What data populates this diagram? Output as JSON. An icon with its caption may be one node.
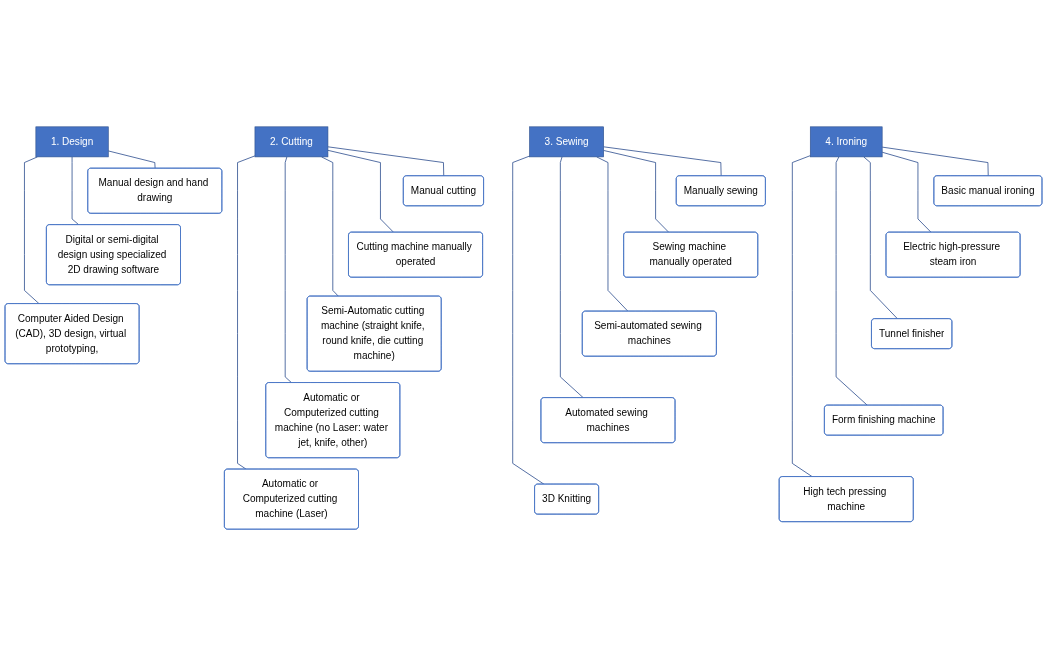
{
  "diagram": {
    "nodes": [
      {
        "text": [
          "1. Design"
        ]
      },
      {
        "text": [
          "Manual design and hand drawing"
        ]
      },
      {
        "text": [
          "Digital or semi-digital design using specialized 2D drawing software"
        ]
      },
      {
        "text": [
          "Computer Aided Design (CAD), 3D design, virtual prototyping,"
        ]
      },
      {
        "text": [
          "2. Cutting"
        ]
      },
      {
        "text": [
          "Manual cutting"
        ]
      },
      {
        "text": [
          "Cutting machine manually operated"
        ]
      },
      {
        "text": [
          "Semi-Automatic cutting machine (straight knife, round knife, die cutting machine)"
        ]
      },
      {
        "text": [
          "Automatic or Computerized cutting machine (no Laser: water jet, knife, other)"
        ]
      },
      {
        "text": [
          "Automatic or Computerized cutting machine (Laser)"
        ]
      },
      {
        "text": [
          "3. Sewing"
        ]
      },
      {
        "text": [
          "Manually sewing"
        ]
      },
      {
        "text": [
          "Sewing machine manually operated"
        ]
      },
      {
        "text": [
          "Semi-automated sewing machines"
        ]
      },
      {
        "text": [
          "Automated sewing machines"
        ]
      },
      {
        "text": [
          "3D Knitting"
        ]
      },
      {
        "text": [
          "4. Ironing"
        ]
      },
      {
        "text": [
          "Basic manual ironing"
        ]
      },
      {
        "text": [
          "Electric high-pressure steam iron"
        ]
      },
      {
        "text": [
          "Tunnel finisher"
        ]
      },
      {
        "text": [
          "Form finishing machine"
        ]
      },
      {
        "text": [
          "High tech pressing machine"
        ]
      }
    ],
    "edges": [
      {
        "from": 0,
        "to": 1,
        "arrow": "none"
      },
      {
        "from": 0,
        "to": 2,
        "arrow": "none"
      },
      {
        "from": 0,
        "to": 3,
        "arrow": "none"
      },
      {
        "from": 4,
        "to": 5,
        "arrow": "none"
      },
      {
        "from": 4,
        "to": 6,
        "arrow": "none"
      },
      {
        "from": 4,
        "to": 7,
        "arrow": "none"
      },
      {
        "from": 4,
        "to": 8,
        "arrow": "none"
      },
      {
        "from": 4,
        "to": 9,
        "arrow": "none"
      },
      {
        "from": 10,
        "to": 11,
        "arrow": "none"
      },
      {
        "from": 10,
        "to": 12,
        "arrow": "none"
      },
      {
        "from": 10,
        "to": 13,
        "arrow": "none"
      },
      {
        "from": 10,
        "to": 14,
        "arrow": "none"
      },
      {
        "from": 10,
        "to": 15,
        "arrow": "none"
      },
      {
        "from": 16,
        "to": 17,
        "arrow": "none"
      },
      {
        "from": 16,
        "to": 18,
        "arrow": "none"
      },
      {
        "from": 16,
        "to": 19,
        "arrow": "none"
      },
      {
        "from": 16,
        "to": 20,
        "arrow": "none"
      },
      {
        "from": 16,
        "to": 21,
        "arrow": "none"
      }
    ]
  }
}
